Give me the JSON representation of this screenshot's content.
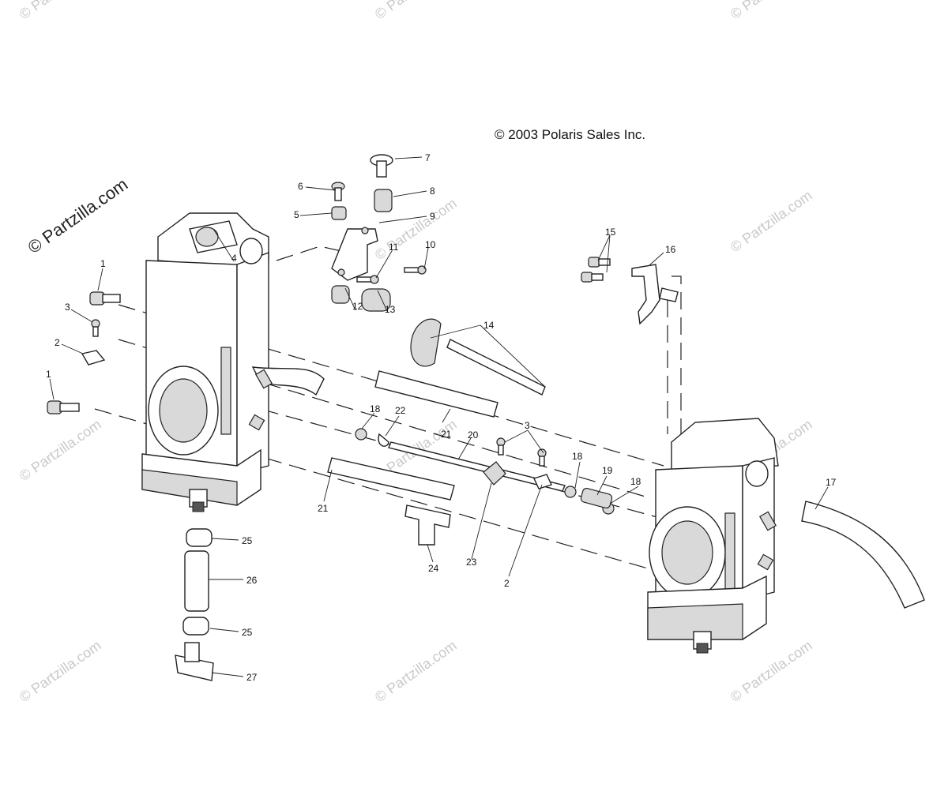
{
  "copyright": "© 2003 Polaris Sales Inc.",
  "watermark": {
    "brand": "© Partzilla.com",
    "ghost": "© Partzilla.com"
  },
  "callouts": [
    "1",
    "1",
    "2",
    "2",
    "3",
    "3",
    "4",
    "5",
    "6",
    "7",
    "8",
    "9",
    "10",
    "11",
    "12",
    "13",
    "14",
    "15",
    "16",
    "17",
    "18",
    "18",
    "18",
    "19",
    "20",
    "21",
    "21",
    "22",
    "23",
    "24",
    "25",
    "25",
    "26",
    "27"
  ]
}
